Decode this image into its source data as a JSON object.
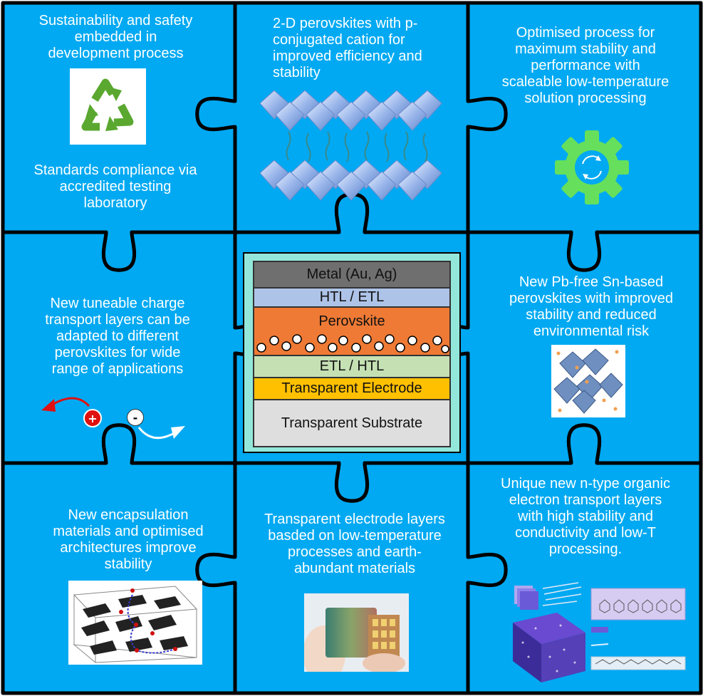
{
  "colors": {
    "piece_fill": "#00a9f2",
    "outline": "#000000",
    "metal": "#6f6f6f",
    "htl_etl": "#aec3e8",
    "perovskite": "#ee7a35",
    "etl_htl": "#c5e1b4",
    "electrode": "#ffc000",
    "substrate": "#dedede",
    "stack_border": "#93e7da",
    "recycle": "#5aa82f",
    "gear": "#66e05c",
    "positive_charge": "#e01010",
    "arrow_red": "#e01010"
  },
  "pieces": {
    "top_left": {
      "text_top": [
        "Sustainability and safety",
        "embedded in",
        "development process"
      ],
      "text_bottom": [
        "Standards compliance via",
        "accredited testing",
        "laboratory"
      ],
      "icon": "recycle-icon"
    },
    "top_mid": {
      "text": [
        "2-D perovskites with p-",
        "conjugated cation for",
        "improved efficiency and",
        "stability"
      ],
      "icon": "perovskite-octahedra-image"
    },
    "top_right": {
      "text": [
        "Optimised process for",
        "maximum stability and",
        "performance with",
        "scaleable low-temperature",
        "solution processing"
      ],
      "icon": "gear-icon"
    },
    "mid_left": {
      "text": [
        "New tuneable charge",
        "transport layers can be",
        "adapted to different",
        "perovskites for wide",
        "range of applications"
      ],
      "plus": "+",
      "minus": "-"
    },
    "mid_right": {
      "text": [
        "New Pb-free Sn-based",
        "perovskites with improved",
        "stability and reduced",
        "environmental risk"
      ],
      "icon": "crystal-lattice-image"
    },
    "bottom_left": {
      "text": [
        "New encapsulation",
        "materials and optimised",
        "architectures improve",
        "stability"
      ],
      "icon": "encapsulation-image"
    },
    "bottom_mid": {
      "text": [
        "Transparent  electrode layers",
        "basded on low-temperature",
        "processes and earth-",
        "abundant materials"
      ],
      "icon": "electrode-photo"
    },
    "bottom_right": {
      "text": [
        "Unique new n-type organic",
        "electron transport layers",
        "with high stability and",
        "conductivity and low-T",
        "processing."
      ],
      "icon": "organic-etl-image"
    }
  },
  "stack": {
    "layers": [
      {
        "label": "Metal (Au, Ag)",
        "color": "#6f6f6f"
      },
      {
        "label": "HTL / ETL",
        "color": "#aec3e8"
      },
      {
        "label": "Perovskite",
        "color": "#ee7a35"
      },
      {
        "label": "ETL / HTL",
        "color": "#c5e1b4"
      },
      {
        "label": "Transparent Electrode",
        "color": "#ffc000"
      },
      {
        "label": "Transparent Substrate",
        "color": "#dedede"
      }
    ]
  }
}
